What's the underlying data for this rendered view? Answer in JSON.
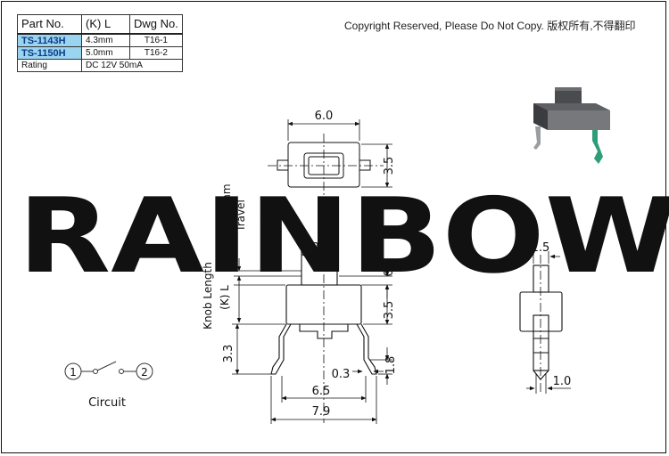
{
  "spec_table": {
    "headers": [
      "Part No.",
      "(K) L",
      "Dwg No."
    ],
    "rows": [
      {
        "part_no": "TS-1143H",
        "length": "4.3mm",
        "dwg_no": "T16-1"
      },
      {
        "part_no": "TS-1150H",
        "length": "5.0mm",
        "dwg_no": "T16-2"
      }
    ],
    "rating_label": "Rating",
    "rating_value": "DC 12V 50mA"
  },
  "copyright": "Copyright Reserved, Please Do Not Copy. 版权所有,不得翻印",
  "watermark": {
    "text": "RAINBOW",
    "color": "#6dcfb0"
  },
  "dimensions": {
    "top_width": "6.0",
    "top_height": "3.5",
    "knob_width": "3.0",
    "knob_offset": "0.5",
    "body_height": "3.5",
    "lead_height": "3.3",
    "lead_spacing": "6.5",
    "overall_width": "7.9",
    "lead_thickness": "0.3",
    "lead_length": "1.8",
    "side_width": "1.5",
    "side_lead_width": "1.0"
  },
  "labels": {
    "travel": "0.25 ±0.1mm",
    "travel_word": "Travel",
    "knob_length": "Knob Length",
    "kl": "(K) L",
    "circuit_caption": "Circuit",
    "terminal_1": "1",
    "terminal_2": "2"
  }
}
